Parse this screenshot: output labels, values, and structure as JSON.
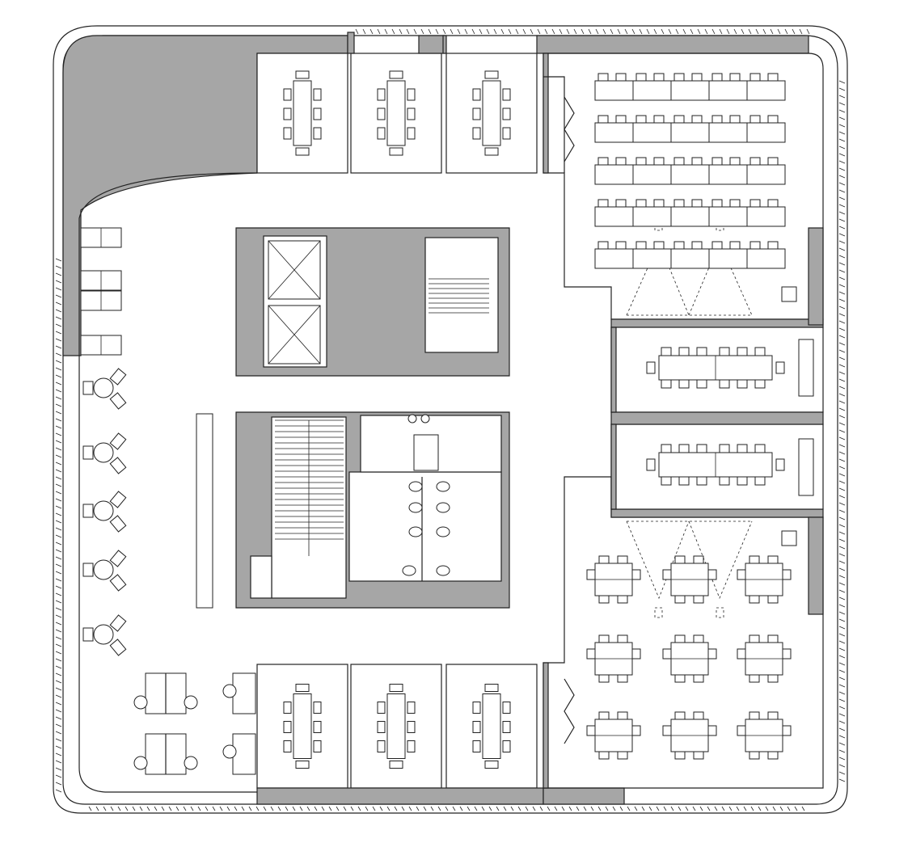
{
  "drawing": {
    "type": "floor-plan",
    "wall_fill": "#a6a6a6",
    "line_color": "#222222",
    "background": "#ffffff"
  },
  "rooms": {
    "meeting_rooms": 6,
    "classrooms": 2,
    "conference_rooms": 2,
    "stairs": 2,
    "elevators": 2,
    "restroom_blocks": 1
  },
  "icons": [
    "elevator-icon",
    "stair-icon",
    "toilet-icon",
    "sink-icon",
    "door-swing-icon",
    "projector-icon",
    "lounge-chair-icon",
    "table-icon"
  ]
}
